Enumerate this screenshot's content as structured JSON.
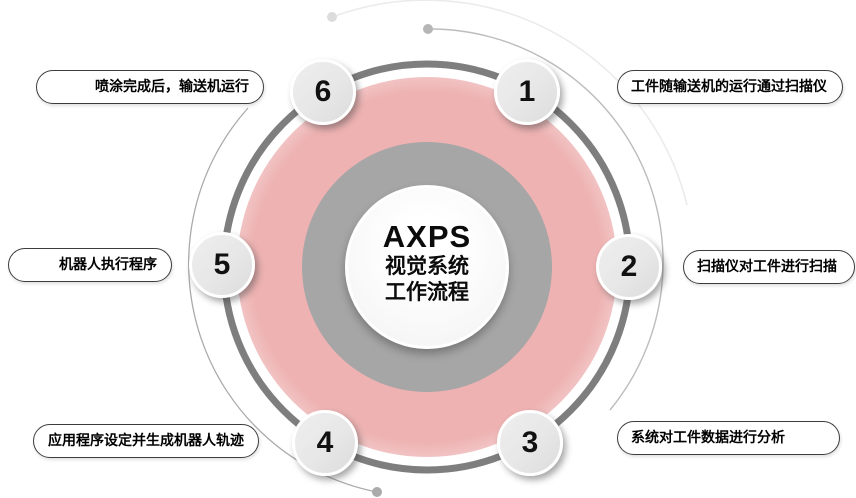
{
  "diagram": {
    "center": {
      "title": "AXPS",
      "subtitle_line1": "视觉系统",
      "subtitle_line2": "工作流程"
    },
    "steps": [
      {
        "number": "1",
        "label": "工件随输送机的运行通过扫描仪",
        "position": "top-right"
      },
      {
        "number": "2",
        "label": "扫描仪对工件进行扫描",
        "position": "right"
      },
      {
        "number": "3",
        "label": "系统对工件数据进行分析",
        "position": "bottom-right"
      },
      {
        "number": "4",
        "label": "应用程序设定并生成机器人轨迹",
        "position": "bottom-left"
      },
      {
        "number": "5",
        "label": "机器人执行程序",
        "position": "left"
      },
      {
        "number": "6",
        "label": "喷涂完成后，输送机运行",
        "position": "top-left"
      }
    ],
    "colors": {
      "ring": "#7e7e7e",
      "donut": "#a6a6a6",
      "glow": "#eeb2b2",
      "node_fill": "#e7e7e7",
      "node_text": "#111111",
      "pill_border": "#3d3d3d",
      "pill_text": "#000000",
      "arc_light": "#ebebeb",
      "arc_mid": "#bcbcbc",
      "arc_dark": "#ababab"
    }
  }
}
